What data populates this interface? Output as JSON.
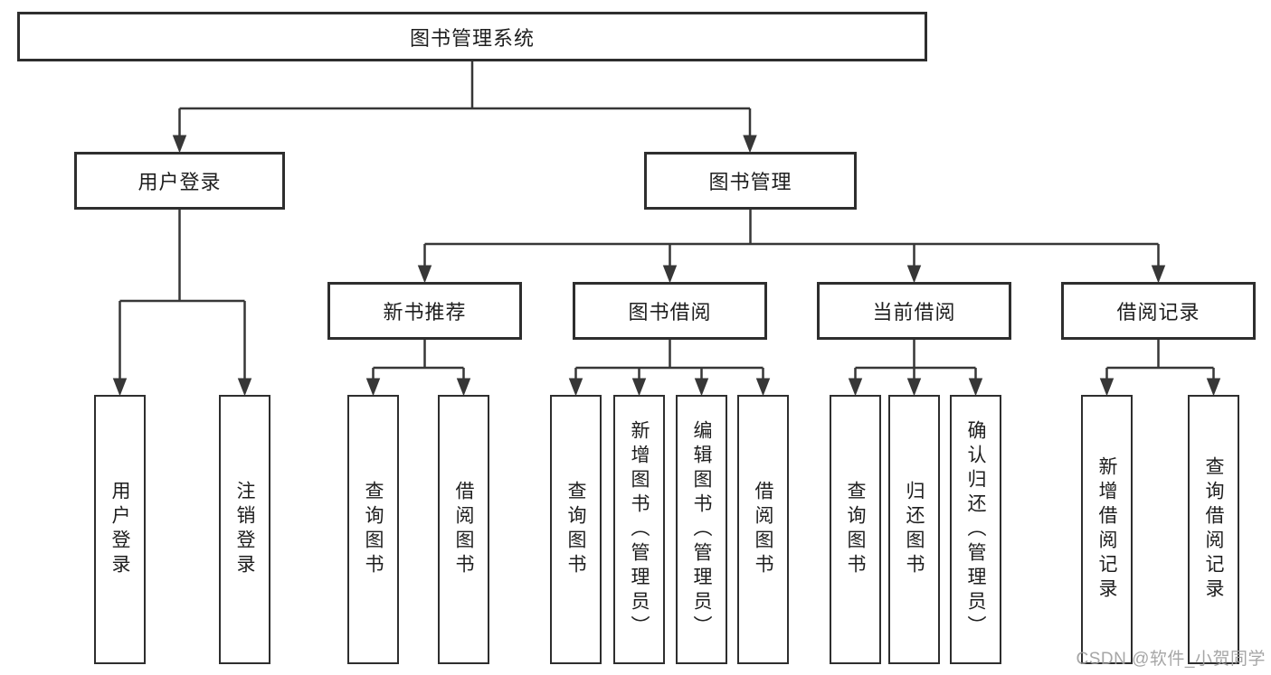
{
  "diagram": {
    "root": {
      "label": "图书管理系统"
    },
    "level2": [
      {
        "label": "用户登录"
      },
      {
        "label": "图书管理"
      }
    ],
    "level3": [
      {
        "label": "新书推荐"
      },
      {
        "label": "图书借阅"
      },
      {
        "label": "当前借阅"
      },
      {
        "label": "借阅记录"
      }
    ],
    "leaves": [
      {
        "parent": "用户登录",
        "label": "用户登录"
      },
      {
        "parent": "用户登录",
        "label": "注销登录"
      },
      {
        "parent": "新书推荐",
        "label": "查询图书"
      },
      {
        "parent": "新书推荐",
        "label": "借阅图书"
      },
      {
        "parent": "图书借阅",
        "label": "查询图书"
      },
      {
        "parent": "图书借阅",
        "label": "新增图书（管理员）"
      },
      {
        "parent": "图书借阅",
        "label": "编辑图书（管理员）"
      },
      {
        "parent": "图书借阅",
        "label": "借阅图书"
      },
      {
        "parent": "当前借阅",
        "label": "查询图书"
      },
      {
        "parent": "当前借阅",
        "label": "归还图书"
      },
      {
        "parent": "当前借阅",
        "label": "确认归还（管理员）"
      },
      {
        "parent": "借阅记录",
        "label": "新增借阅记录"
      },
      {
        "parent": "借阅记录",
        "label": "查询借阅记录"
      }
    ]
  },
  "watermark": {
    "text": "CSDN @软件_小贺同学"
  },
  "colors": {
    "background": "#ffffff",
    "line": "#373737",
    "box_border": "#2e2e2e",
    "box_fill": "#ffffff",
    "text": "#1e1e1e",
    "watermark": "#9e9e9e"
  }
}
